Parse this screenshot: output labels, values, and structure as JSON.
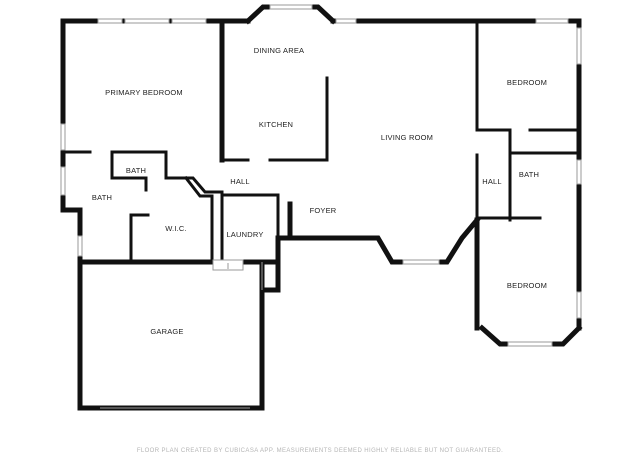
{
  "rooms": {
    "primary_bedroom": "PRIMARY BEDROOM",
    "dining_area": "DINING AREA",
    "kitchen": "KITCHEN",
    "living_room": "LIVING ROOM",
    "bedroom_top": "BEDROOM",
    "bath_primary": "BATH",
    "bath_left": "BATH",
    "hall_center": "HALL",
    "hall_right": "HALL",
    "bath_right": "BATH",
    "wic": "W.I.C.",
    "laundry": "LAUNDRY",
    "foyer": "FOYER",
    "bedroom_bottom": "BEDROOM",
    "garage": "GARAGE"
  },
  "footer": {
    "disclaimer": "FLOOR PLAN CREATED BY CUBICASA APP. MEASUREMENTS DEEMED HIGHLY RELIABLE BUT NOT GUARANTEED."
  },
  "colors": {
    "wall": "#111111",
    "window": "#9a9a9a",
    "footer_text": "#b5b5b5"
  }
}
